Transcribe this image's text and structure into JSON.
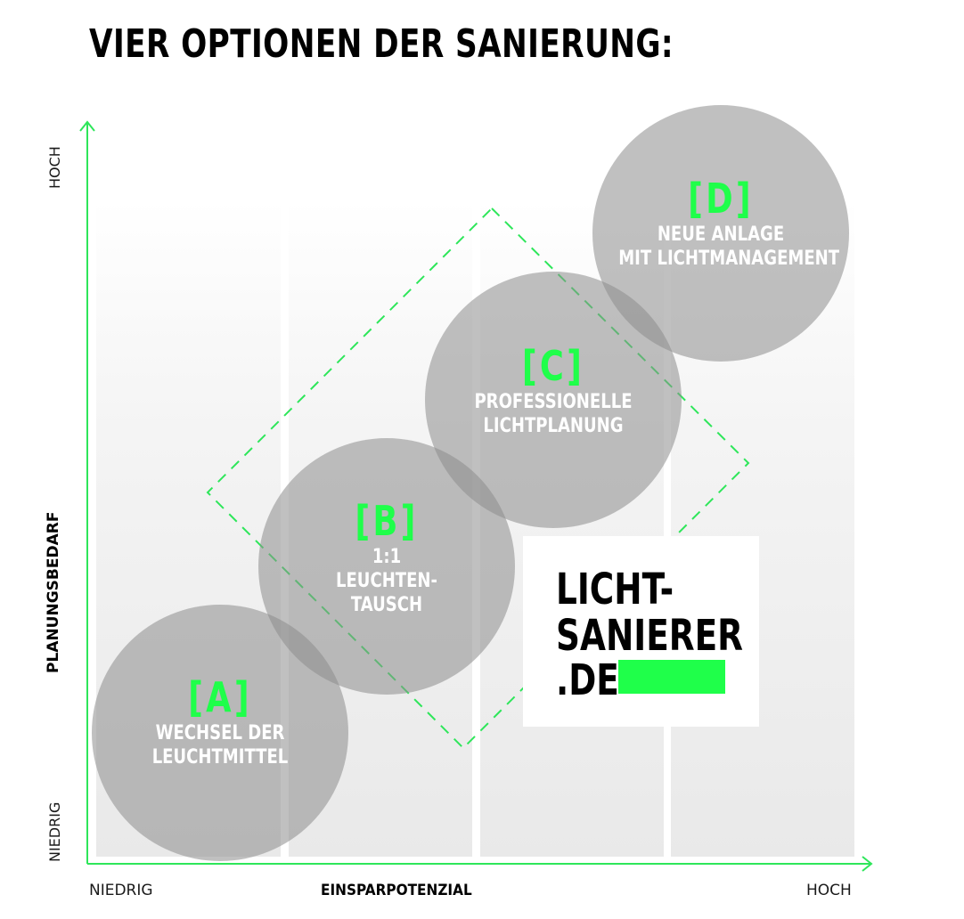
{
  "title": "VIER OPTIONEN DER SANIERUNG:",
  "axes": {
    "y_label": "PLANUNGSBEDARF",
    "y_high": "HOCH",
    "y_low": "NIEDRIG",
    "x_label": "EINSPARPOTENZIAL",
    "x_low": "NIEDRIG",
    "x_high": "HOCH"
  },
  "options": [
    {
      "letter": "[A]",
      "line1": "WECHSEL DER",
      "line2": "LEUCHTMITTEL",
      "line3": ""
    },
    {
      "letter": "[B]",
      "line1": "1:1",
      "line2": "LEUCHTEN-",
      "line3": "TAUSCH"
    },
    {
      "letter": "[C]",
      "line1": "PROFESSIONELLE",
      "line2": "LICHTPLANUNG",
      "line3": ""
    },
    {
      "letter": "[D]",
      "line1": "NEUE ANLAGE",
      "line2": "MIT LICHTMANAGEMENT",
      "line3": ""
    }
  ],
  "logo": {
    "line1": "LICHT-",
    "line2": "SANIERER",
    "line3": ".DE"
  },
  "colors": {
    "accent": "#1fff4a",
    "bubble": "#9a9a9a",
    "axis": "#2ee65a"
  }
}
